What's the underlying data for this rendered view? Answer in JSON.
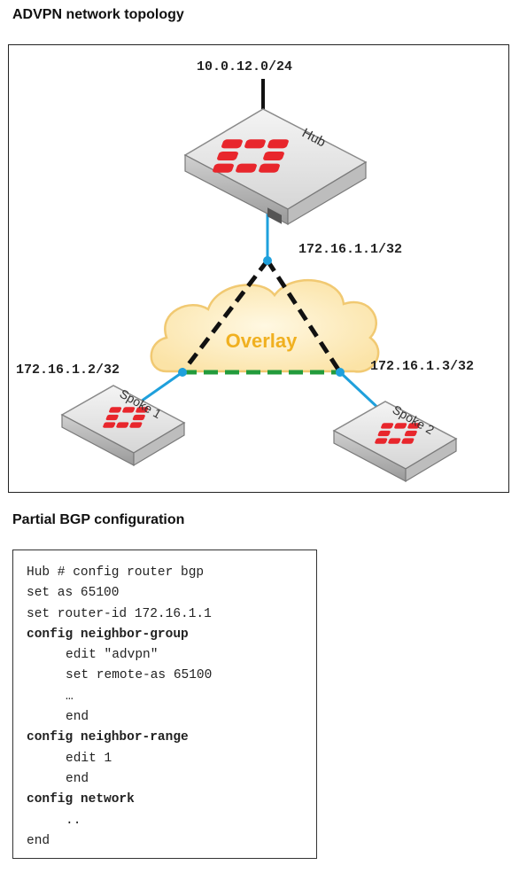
{
  "headings": {
    "topology": "ADVPN network topology",
    "config": "Partial BGP configuration"
  },
  "topology": {
    "lan_subnet": "10.0.12.0/24",
    "hub_label": "Hub",
    "hub_ip": "172.16.1.1/32",
    "spoke1_label": "Spoke 1",
    "spoke1_ip": "172.16.1.2/32",
    "spoke2_label": "Spoke 2",
    "spoke2_ip": "172.16.1.3/32",
    "overlay_label": "Overlay",
    "colors": {
      "fortinet_red": "#e8262c",
      "link_blue": "#1fa0dc",
      "overlay_cloud": "#fcebbf",
      "overlay_text": "#f0b020",
      "spoke_tunnel": "#239b3c",
      "hub_tunnel": "#111111"
    }
  },
  "config": {
    "lines": [
      {
        "text": "Hub # config router bgp",
        "bold": false,
        "indent": false
      },
      {
        "text": "set as 65100",
        "bold": false,
        "indent": false
      },
      {
        "text": "set router-id 172.16.1.1",
        "bold": false,
        "indent": false
      },
      {
        "text": "config neighbor-group",
        "bold": true,
        "indent": false
      },
      {
        "text": "edit \"advpn\"",
        "bold": false,
        "indent": true
      },
      {
        "text": "set remote-as 65100",
        "bold": false,
        "indent": true
      },
      {
        "text": "…",
        "bold": false,
        "indent": true
      },
      {
        "text": "end",
        "bold": false,
        "indent": true
      },
      {
        "text": "config neighbor-range",
        "bold": true,
        "indent": false
      },
      {
        "text": "edit 1",
        "bold": false,
        "indent": true
      },
      {
        "text": "end",
        "bold": false,
        "indent": true
      },
      {
        "text": "config network",
        "bold": true,
        "indent": false
      },
      {
        "text": "..",
        "bold": false,
        "indent": true
      },
      {
        "text": "end",
        "bold": false,
        "indent": false
      }
    ]
  }
}
